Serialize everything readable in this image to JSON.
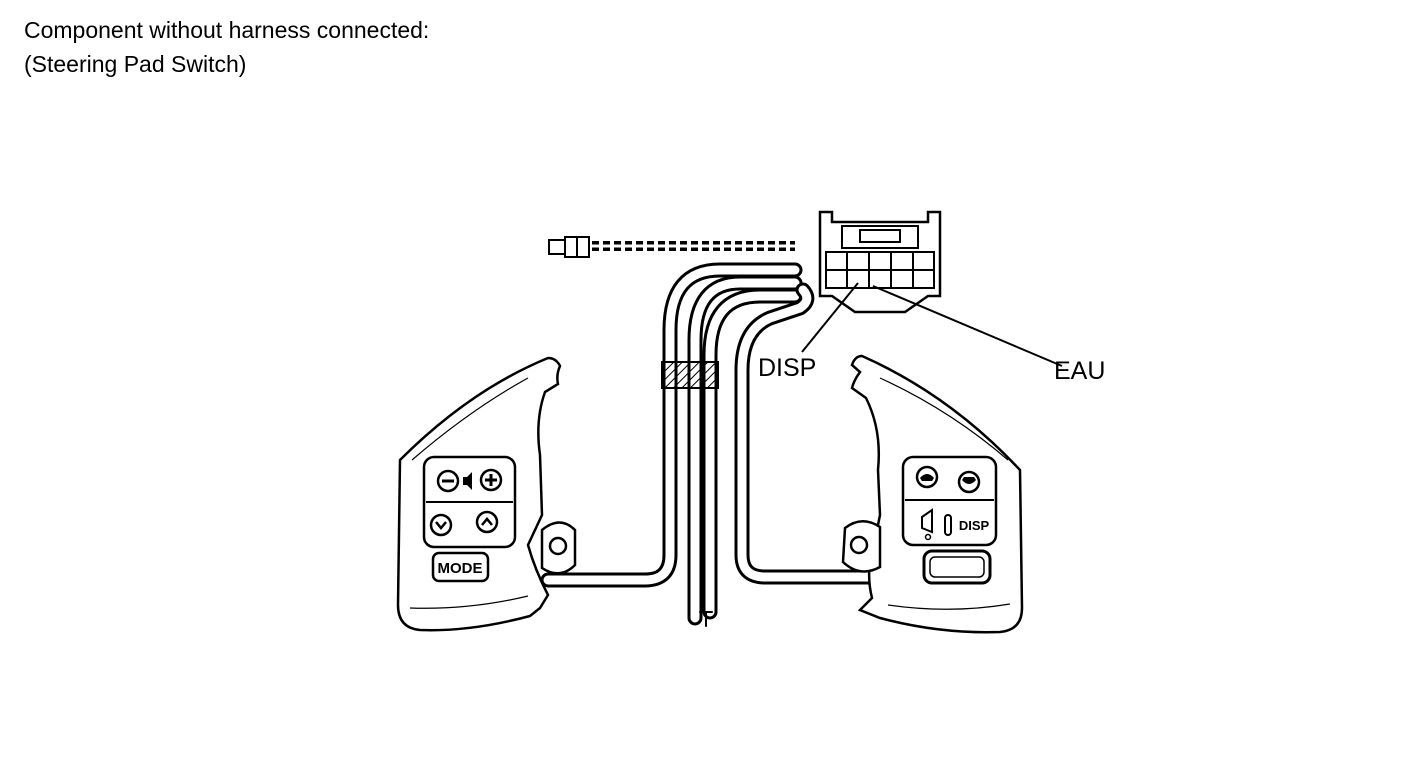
{
  "heading": {
    "line1": "Component without harness connected:",
    "line2": "(Steering Pad Switch)"
  },
  "callouts": {
    "disp": "DISP",
    "eau": "EAU"
  },
  "left_pad": {
    "mode_label": "MODE"
  },
  "right_pad": {
    "disp_label": "DISP"
  },
  "icons": [
    "minus-icon",
    "speaker-icon",
    "plus-icon",
    "chevron-down-icon",
    "chevron-up-icon",
    "phone-on-icon",
    "phone-off-icon",
    "voice-icon"
  ]
}
